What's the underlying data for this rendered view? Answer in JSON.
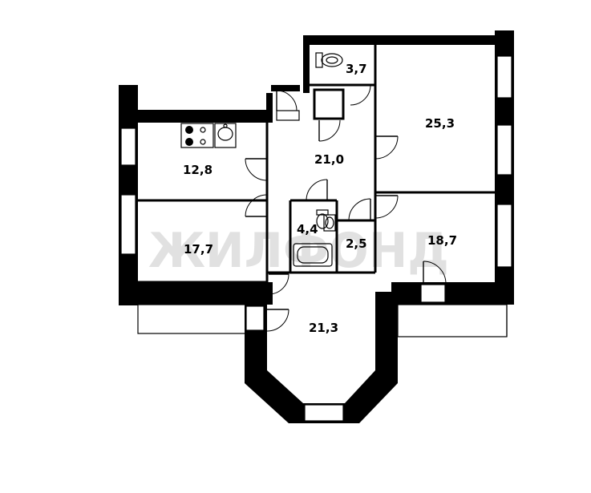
{
  "watermark": "ЖИЛФОНД",
  "rooms": [
    {
      "id": "wc",
      "area": "3,7"
    },
    {
      "id": "living-25",
      "area": "25,3"
    },
    {
      "id": "kitchen",
      "area": "12,8"
    },
    {
      "id": "hall",
      "area": "21,0"
    },
    {
      "id": "bath",
      "area": "4,4"
    },
    {
      "id": "closet",
      "area": "2,5"
    },
    {
      "id": "room-17",
      "area": "17,7"
    },
    {
      "id": "room-18",
      "area": "18,7"
    },
    {
      "id": "bay-room",
      "area": "21,3"
    }
  ],
  "icons": [
    "toilet-icon",
    "stove-icon",
    "sink-icon",
    "bathtub-icon",
    "washbasin-icon",
    "door-icon",
    "window-icon"
  ]
}
